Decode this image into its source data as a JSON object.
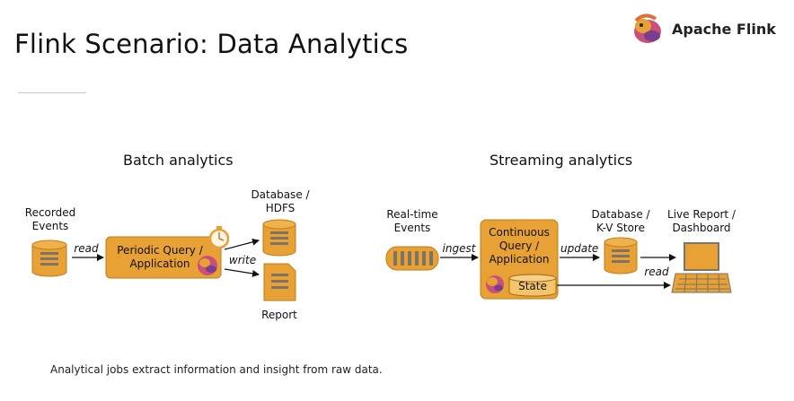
{
  "title": "Flink Scenario: Data Analytics",
  "brand": {
    "name": "Apache Flink",
    "logo_icon": "squirrel-logo-icon"
  },
  "batch": {
    "heading": "Batch analytics",
    "source_label": [
      "Recorded",
      "Events"
    ],
    "read_label": "read",
    "process_label": [
      "Periodic Query /",
      "Application"
    ],
    "timer_icon": "stopwatch-icon",
    "db_label": [
      "Database /",
      "HDFS"
    ],
    "write_label": "write",
    "report_label": "Report"
  },
  "streaming": {
    "heading": "Streaming analytics",
    "source_label": [
      "Real-time",
      "Events"
    ],
    "ingest_label": "ingest",
    "process_label": [
      "Continuous",
      "Query /",
      "Application"
    ],
    "state_label": "State",
    "update_label": "update",
    "db_label": [
      "Database /",
      "K-V Store"
    ],
    "read_label": "read",
    "report_label": [
      "Live Report /",
      "Dashboard"
    ]
  },
  "caption": "Analytical jobs extract information and insight from raw data.",
  "colors": {
    "orange": "#e7a135",
    "orange_dark": "#c27c1a",
    "stripe": "#7f7366",
    "arrow": "#111111"
  }
}
